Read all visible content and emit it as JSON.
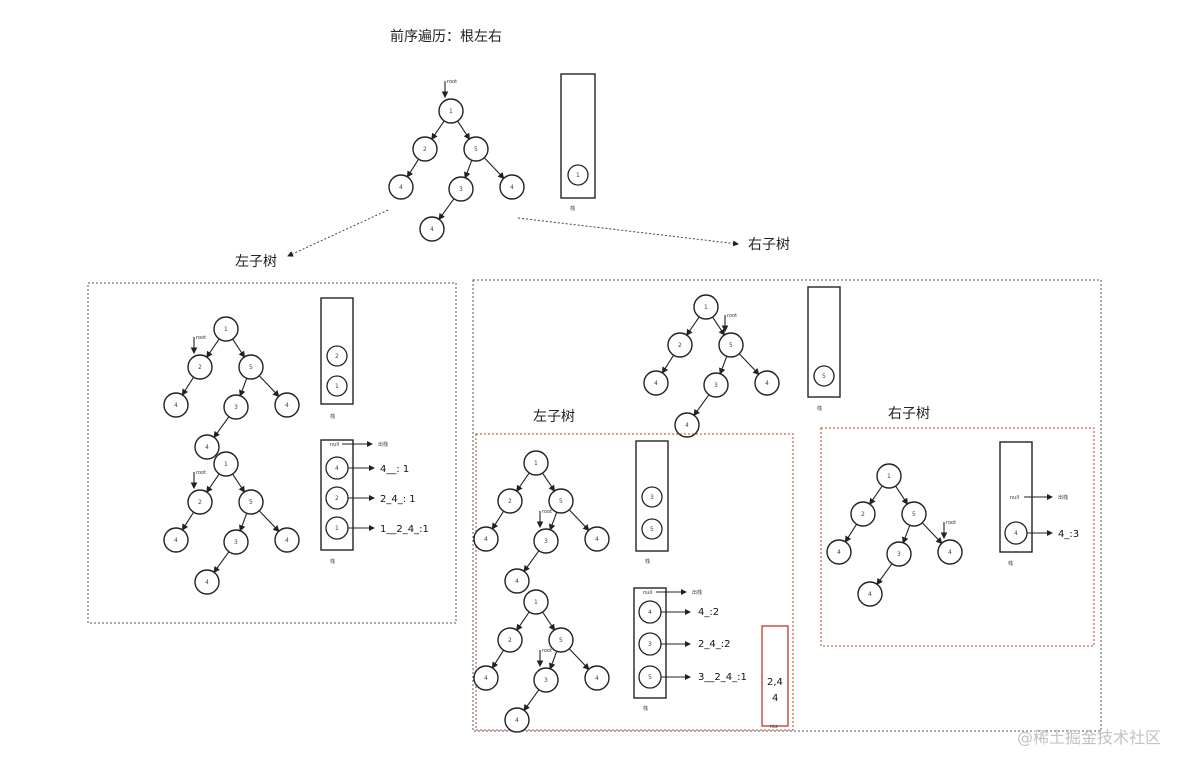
{
  "title": "前序遍历：根左右",
  "labels": {
    "left_subtree": "左子树",
    "right_subtree": "右子树",
    "stack": "栈",
    "root": "root",
    "null": "null",
    "pop": "出栈",
    "result": "res"
  },
  "trees": {
    "main": {
      "nodes": [
        "1",
        "2",
        "5",
        "4",
        "3",
        "4",
        "4"
      ],
      "pointer": "1",
      "stack": [
        "1"
      ]
    },
    "left_a": {
      "nodes": [
        "1",
        "2",
        "5",
        "4",
        "3",
        "4",
        "4"
      ],
      "pointer": "2",
      "stack": [
        "2",
        "1"
      ]
    },
    "left_b": {
      "stack": [
        "4",
        "2",
        "1"
      ],
      "sequences": [
        "4__: 1",
        "2_4_: 1",
        "1__2_4_:1"
      ]
    },
    "right_top": {
      "nodes": [
        "1",
        "2",
        "5",
        "4",
        "3",
        "4",
        "4"
      ],
      "pointer": "5",
      "stack": [
        "5"
      ]
    },
    "right_left_a": {
      "nodes": [
        "1",
        "2",
        "5",
        "4",
        "3",
        "4",
        "4"
      ],
      "pointer": "3",
      "stack": [
        "3",
        "5"
      ]
    },
    "right_left_b": {
      "stack": [
        "4",
        "3",
        "5"
      ],
      "sequences": [
        "4_:2",
        "2_4_:2",
        "3__2_4_:1"
      ]
    },
    "right_right": {
      "nodes": [
        "1",
        "2",
        "5",
        "4",
        "3",
        "4",
        "4"
      ],
      "pointer": "4",
      "stack": [
        "4"
      ],
      "sequences": [
        "4_:3"
      ]
    }
  },
  "result_box": {
    "lines": [
      "2,4",
      "4"
    ]
  },
  "watermark": "@稀土掘金技术社区"
}
